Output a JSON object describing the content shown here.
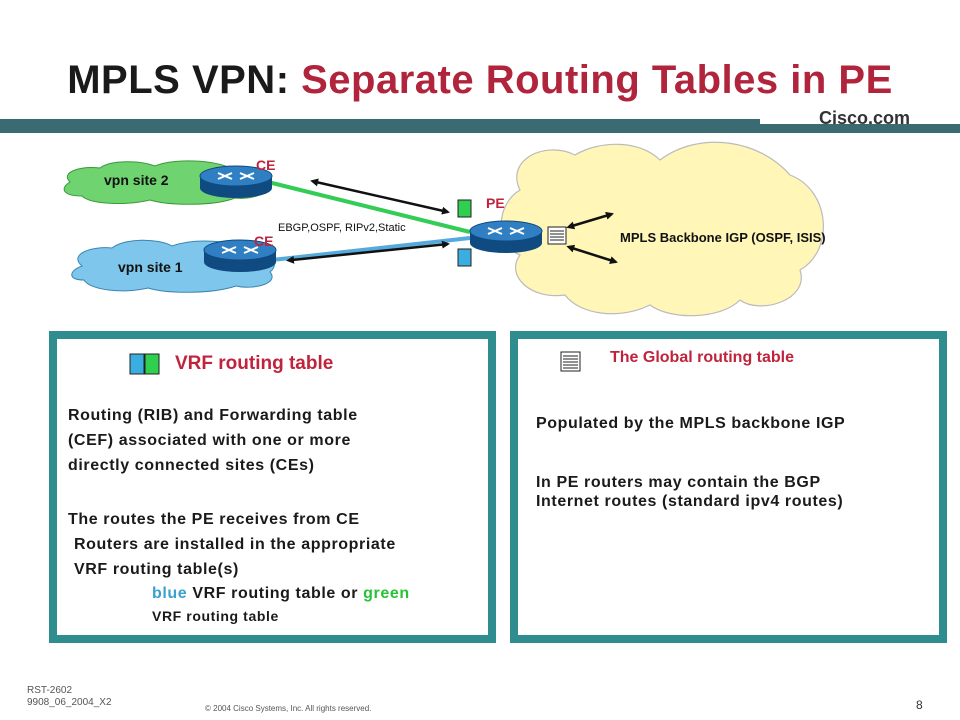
{
  "title": {
    "part1": "MPLS VPN: ",
    "part2": "Separate Routing Tables in PE"
  },
  "brand": "Cisco.com",
  "diagram": {
    "site2": "vpn site 2",
    "site1": "vpn site 1",
    "ce_top": "CE",
    "ce_bottom": "CE",
    "pe": "PE",
    "protocols": "EBGP,OSPF, RIPv2,Static",
    "backbone": "MPLS Backbone IGP (OSPF, ISIS)"
  },
  "vrf_panel": {
    "title": "VRF routing table",
    "desc_lines": [
      "Routing (RIB) and Forwarding table",
      "(CEF) associated with one or more",
      "directly connected sites (CEs)"
    ],
    "routes_lines": [
      "The routes the PE receives from CE",
      "Routers are installed in the appropriate",
      "VRF routing table(s)"
    ],
    "color_blue": "blue",
    "color_middle": " VRF routing table or ",
    "color_green": "green",
    "color_last": "VRF routing table"
  },
  "global_panel": {
    "title": "The Global routing table",
    "desc1": "Populated by the MPLS backbone IGP",
    "desc2_line1": "In PE routers may contain the BGP",
    "desc2_line2": "Internet routes (standard ipv4 routes)"
  },
  "footer": {
    "code1": "RST-2602",
    "code2": "9908_06_2004_X2",
    "copyright": "© 2004 Cisco Systems, Inc. All rights reserved.",
    "page": "8"
  },
  "colors": {
    "accent_red": "#b0243c",
    "teal_border": "#2f8d8f",
    "blue_vrf": "#3b9fd0",
    "green_vrf": "#27c236",
    "site2_cloud": "#6fd36f",
    "site1_cloud": "#7fc6ec",
    "backbone_cloud": "#fff6b8"
  }
}
